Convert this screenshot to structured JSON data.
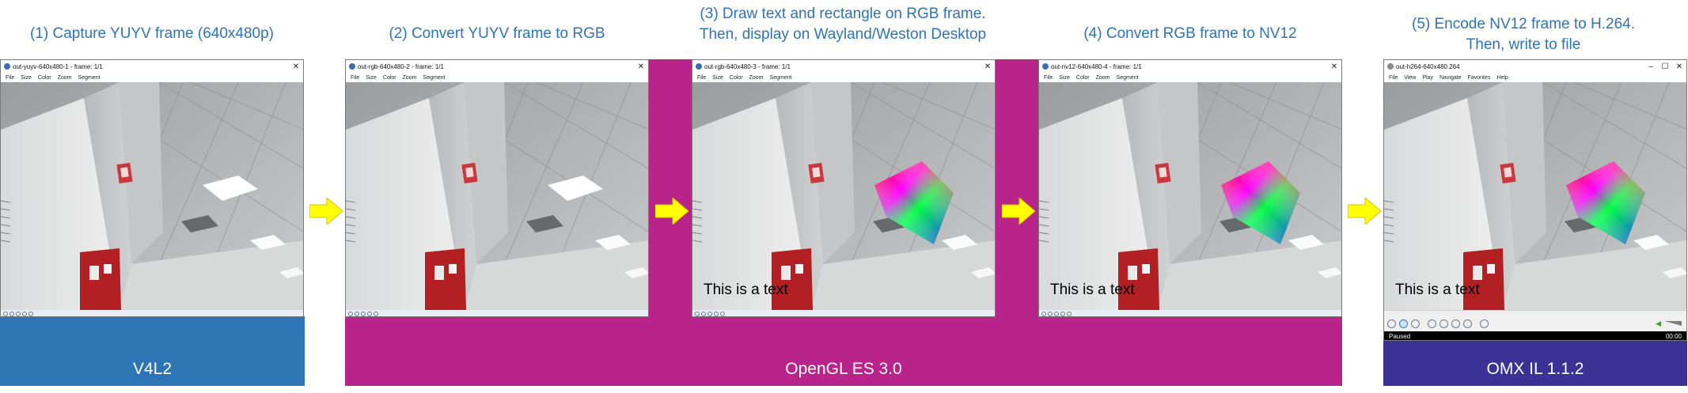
{
  "steps": [
    {
      "title_line1": "(1) Capture YUYV frame (640x480p)",
      "title_line2": "",
      "window_title": "out-yuyv-640x480-1 - frame: 1/1",
      "menu": [
        "File",
        "Size",
        "Color",
        "Zoom",
        "Segment"
      ],
      "overlay_text": ""
    },
    {
      "title_line1": "(2) Convert YUYV frame to RGB",
      "title_line2": "",
      "window_title": "out-rgb-640x480-2 - frame: 1/1",
      "menu": [
        "File",
        "Size",
        "Color",
        "Zoom",
        "Segment"
      ],
      "overlay_text": ""
    },
    {
      "title_line1": "(3) Draw text and rectangle on RGB frame.",
      "title_line2": "Then, display on Wayland/Weston Desktop",
      "window_title": "out-rgb-640x480-3 - frame: 1/1",
      "menu": [
        "File",
        "Size",
        "Color",
        "Zoom",
        "Segment"
      ],
      "overlay_text": "This is a text"
    },
    {
      "title_line1": "(4) Convert RGB frame to NV12",
      "title_line2": "",
      "window_title": "out-nv12-640x480-4 - frame: 1/1",
      "menu": [
        "File",
        "Size",
        "Color",
        "Zoom",
        "Segment"
      ],
      "overlay_text": "This is a text"
    },
    {
      "title_line1": "(5) Encode NV12 frame to H.264.",
      "title_line2": "Then, write to file",
      "window_title": "out-h264-640x480.264",
      "menu": [
        "File",
        "View",
        "Play",
        "Navigate",
        "Favorites",
        "Help"
      ],
      "overlay_text": "This is a text",
      "status": "Paused",
      "time": "00:00"
    }
  ],
  "bands": [
    {
      "label": "V4L2",
      "color": "#2e75b6"
    },
    {
      "label": "OpenGL ES 3.0",
      "color": "#b9248b"
    },
    {
      "label": "OMX IL 1.1.2",
      "color": "#3a3294"
    }
  ],
  "colors": {
    "title": "#2e74b5",
    "arrow": "#ffff00"
  }
}
